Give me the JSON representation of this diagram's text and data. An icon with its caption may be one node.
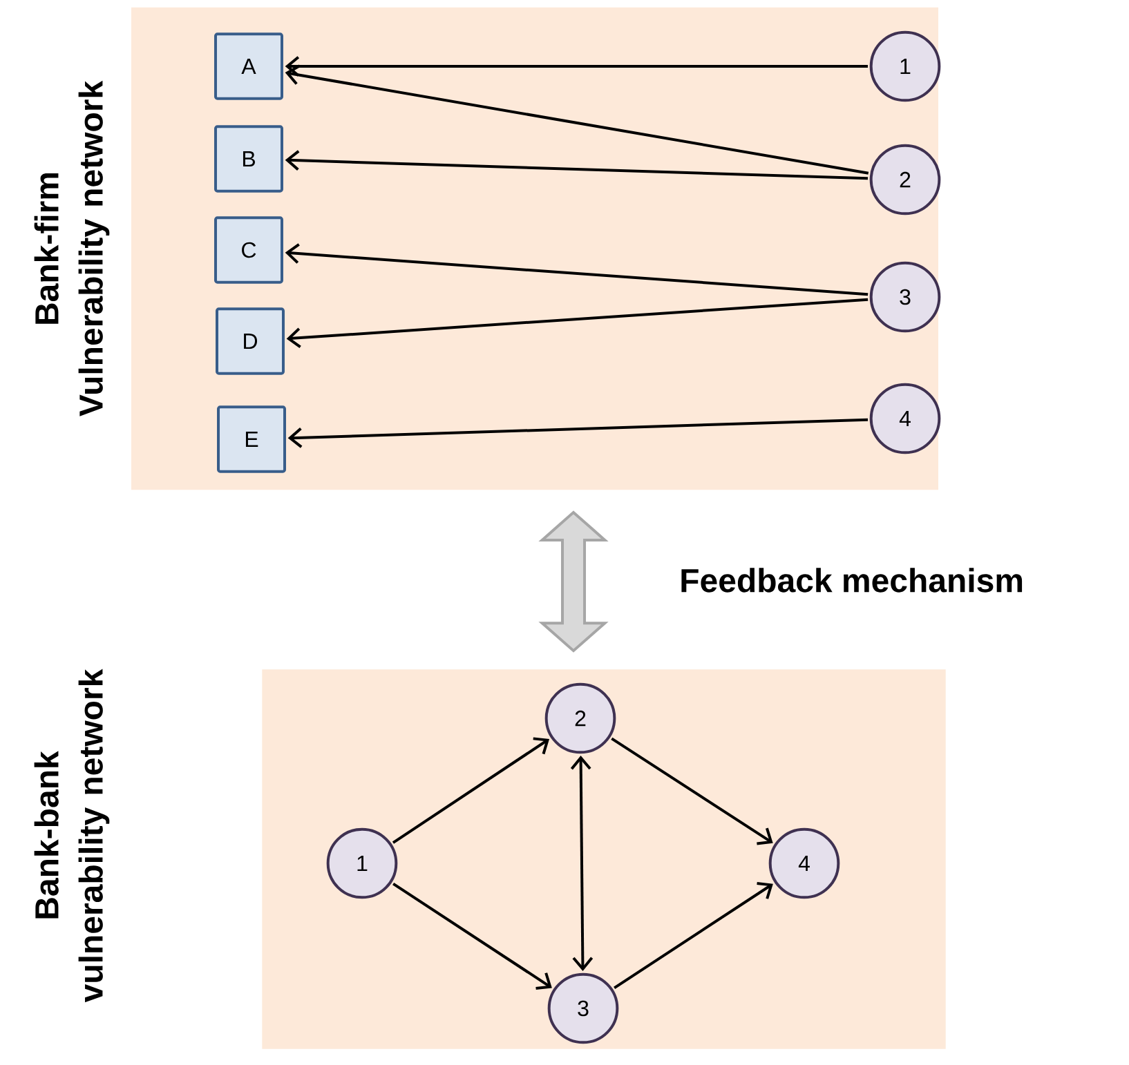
{
  "diagram": {
    "nodes": [
      {
        "text": [
          "Bank-firm Vulnerability network"
        ]
      },
      {
        "text": [
          "A"
        ],
        "in": 0
      },
      {
        "text": [
          "B"
        ],
        "in": 0
      },
      {
        "text": [
          "C"
        ],
        "in": 0
      },
      {
        "text": [
          "D"
        ],
        "in": 0
      },
      {
        "text": [
          "E"
        ],
        "in": 0
      },
      {
        "text": [
          "1"
        ],
        "in": 0
      },
      {
        "text": [
          "2"
        ],
        "in": 0
      },
      {
        "text": [
          "3"
        ],
        "in": 0
      },
      {
        "text": [
          "4"
        ],
        "in": 0
      },
      {
        "text": [
          "Bank-bank vulnerability network"
        ]
      },
      {
        "text": [
          "1"
        ],
        "in": 10
      },
      {
        "text": [
          "2"
        ],
        "in": 10
      },
      {
        "text": [
          "3"
        ],
        "in": 10
      },
      {
        "text": [
          "4"
        ],
        "in": 10
      }
    ],
    "edges": [
      {
        "from": 6,
        "to": 1,
        "arrow": "to"
      },
      {
        "from": 7,
        "to": 1,
        "arrow": "to"
      },
      {
        "from": 7,
        "to": 2,
        "arrow": "to"
      },
      {
        "from": 8,
        "to": 3,
        "arrow": "to"
      },
      {
        "from": 8,
        "to": 4,
        "arrow": "to"
      },
      {
        "from": 9,
        "to": 5,
        "arrow": "to"
      },
      {
        "from": 0,
        "to": 10,
        "arrow": "both",
        "label": "Feedback mechanism",
        "style": "thick",
        "color": "#a6a6a6"
      },
      {
        "from": 11,
        "to": 12,
        "arrow": "to"
      },
      {
        "from": 11,
        "to": 13,
        "arrow": "to"
      },
      {
        "from": 12,
        "to": 13,
        "arrow": "both"
      },
      {
        "from": 12,
        "to": 14,
        "arrow": "to"
      },
      {
        "from": 13,
        "to": 14,
        "arrow": "to"
      }
    ]
  }
}
